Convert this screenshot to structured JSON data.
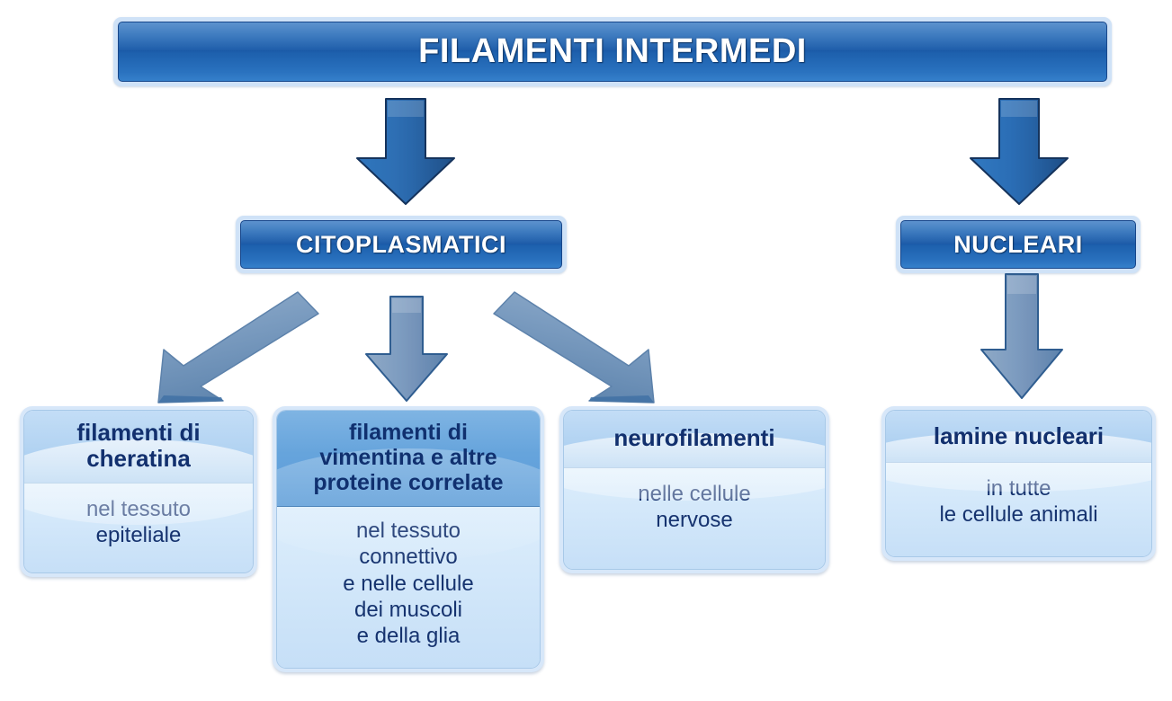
{
  "diagram": {
    "title": "FILAMENTI INTERMEDI",
    "language": "it",
    "type": "hierarchy-flowchart",
    "background_color": "#ffffff",
    "colors": {
      "dark_bar_fill": "#1d60ad",
      "dark_bar_border": "#17468a",
      "dark_bar_glow": "#cfe2f7",
      "dark_bar_text": "#ffffff",
      "card_fill_light": "#d7e7f9",
      "card_head_light": "#b2d3f2",
      "card_head_dark": "#5b9cd8",
      "card_text": "#16336f",
      "arrow_dark": "#2a6bb0",
      "arrow_light": "#7b9dc4"
    }
  },
  "root": {
    "label": "FILAMENTI INTERMEDI"
  },
  "branches": [
    {
      "id": "citoplasmatici",
      "label": "CITOPLASMATICI"
    },
    {
      "id": "nucleari",
      "label": "NUCLEARI"
    }
  ],
  "leaves": [
    {
      "id": "cheratina",
      "parent": "citoplasmatici",
      "head": "filamenti di\ncheratina",
      "head_lines": [
        "filamenti di",
        "cheratina"
      ],
      "sub": "nel tessuto\nepiteliale",
      "sub_lines": [
        "nel tessuto",
        "epiteliale"
      ],
      "head_style": "light"
    },
    {
      "id": "vimentina",
      "parent": "citoplasmatici",
      "head": "filamenti di\nvimentina e altre\nproteine correlate",
      "head_lines": [
        "filamenti di",
        "vimentina e altre",
        "proteine correlate"
      ],
      "sub": "nel tessuto\nconnettivo\ne nelle cellule\ndei muscoli\ne della glia",
      "sub_lines": [
        "nel tessuto",
        "connettivo",
        "e nelle cellule",
        "dei muscoli",
        "e della glia"
      ],
      "head_style": "dark"
    },
    {
      "id": "neurofilamenti",
      "parent": "citoplasmatici",
      "head": "neurofilamenti",
      "head_lines": [
        "neurofilamenti"
      ],
      "sub": "nelle cellule\nnervose",
      "sub_lines": [
        "nelle cellule",
        "nervose"
      ],
      "head_style": "light"
    },
    {
      "id": "lamine",
      "parent": "nucleari",
      "head": "lamine nucleari",
      "head_lines": [
        "lamine nucleari"
      ],
      "sub": "in tutte\nle cellule animali",
      "sub_lines": [
        "in tutte",
        "le cellule animali"
      ],
      "head_style": "light"
    }
  ],
  "arrows": [
    {
      "id": "root-to-citoplasmatici",
      "direction": "down",
      "shade": "dark"
    },
    {
      "id": "root-to-nucleari",
      "direction": "down",
      "shade": "dark"
    },
    {
      "id": "citoplasmatici-to-cheratina",
      "direction": "down-left",
      "shade": "light"
    },
    {
      "id": "citoplasmatici-to-vimentina",
      "direction": "down",
      "shade": "light"
    },
    {
      "id": "citoplasmatici-to-neurofilamenti",
      "direction": "down-right",
      "shade": "light"
    },
    {
      "id": "nucleari-to-lamine",
      "direction": "down",
      "shade": "light"
    }
  ]
}
